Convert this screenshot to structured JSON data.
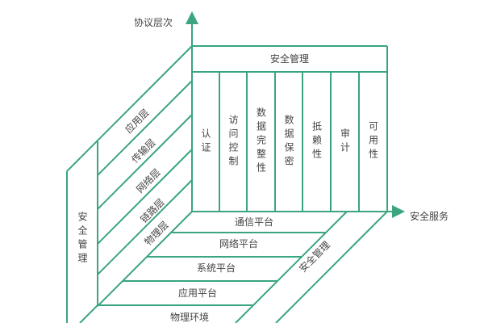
{
  "accent_color": "#3aa57f",
  "axes": {
    "vertical": "协议层次",
    "horizontal": "安全服务"
  },
  "front_face": {
    "top_band": "安全管理",
    "columns": [
      "认证",
      "访问控制",
      "数据完整性",
      "数据保密",
      "抵赖性",
      "审计",
      "可用性"
    ]
  },
  "left_face": {
    "side_band": "安全管理",
    "layers": [
      "应用层",
      "传输层",
      "网络层",
      "链路层",
      "物理层"
    ]
  },
  "bottom_face": {
    "side_band": "安全管理",
    "platforms": [
      "通信平台",
      "网络平台",
      "系统平台",
      "应用平台",
      "物理环境"
    ]
  }
}
